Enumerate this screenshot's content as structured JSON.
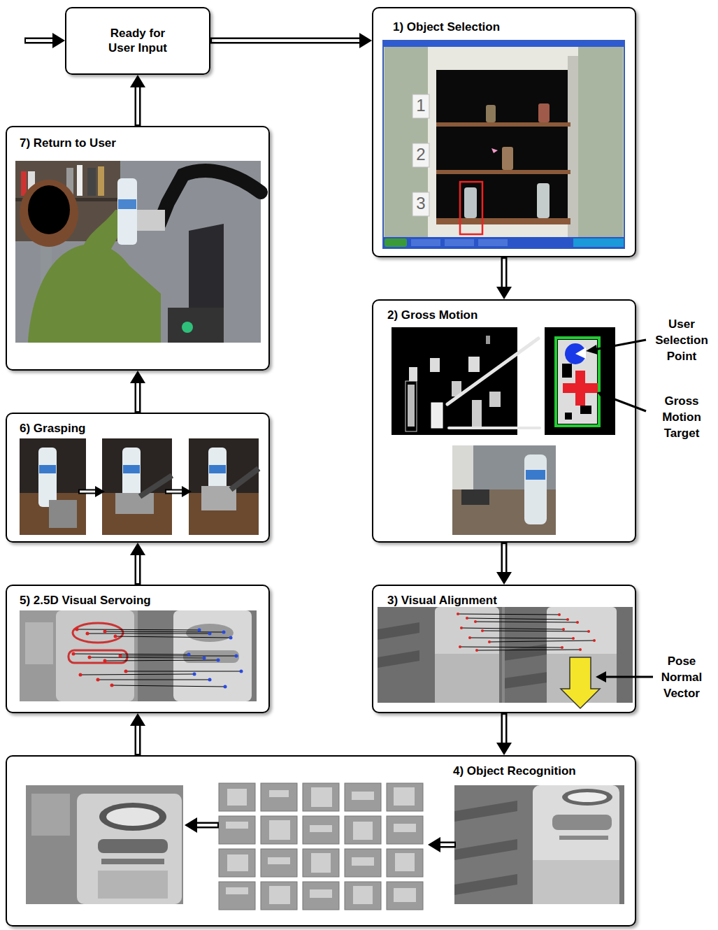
{
  "diagram": {
    "nodes": [
      {
        "text": [
          "Ready for User Input"
        ]
      },
      {
        "text": [
          "1) Object Selection"
        ]
      },
      {
        "text": [
          "2) Gross Motion"
        ]
      },
      {
        "text": [
          "3) Visual Alignment"
        ]
      },
      {
        "text": [
          "4) Object Recognition"
        ]
      },
      {
        "text": [
          "5) 2.5D Visual Servoing"
        ]
      },
      {
        "text": [
          "6) Grasping"
        ]
      },
      {
        "text": [
          "7) Return to User"
        ]
      }
    ],
    "edges": [
      {
        "from": 0,
        "to": 1,
        "arrow": "to"
      },
      {
        "from": 1,
        "to": 2,
        "arrow": "to"
      },
      {
        "from": 2,
        "to": 3,
        "arrow": "to"
      },
      {
        "from": 3,
        "to": 4,
        "arrow": "to"
      },
      {
        "from": 4,
        "to": 5,
        "arrow": "to"
      },
      {
        "from": 5,
        "to": 6,
        "arrow": "to"
      },
      {
        "from": 6,
        "to": 7,
        "arrow": "to"
      },
      {
        "from": 7,
        "to": 0,
        "arrow": "to"
      }
    ],
    "labels": [
      "1",
      "2",
      "3",
      "User Selection Point",
      "Gross Motion Target",
      "Pose Normal Vector"
    ]
  }
}
